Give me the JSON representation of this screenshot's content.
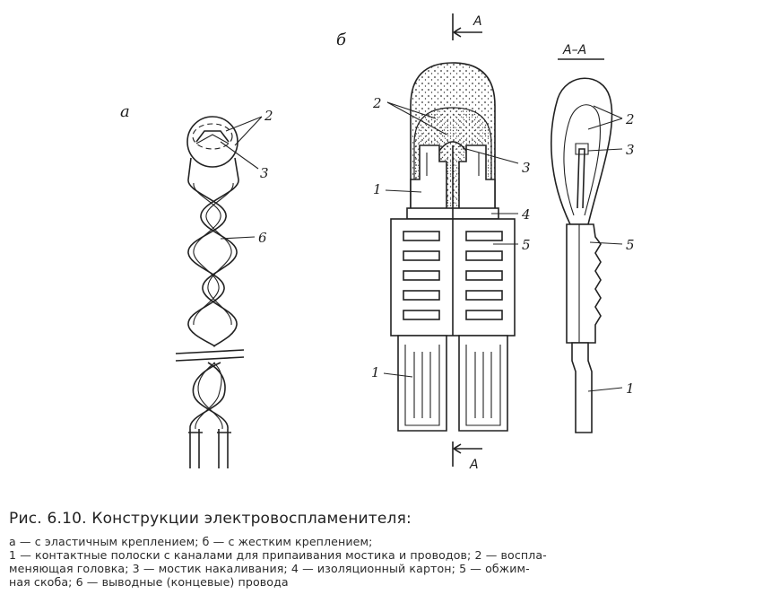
{
  "figure": {
    "panel_a_label": "а",
    "panel_b_label": "б",
    "section_label": "А–А",
    "section_mark_top": "А",
    "section_mark_bottom": "А",
    "callouts": {
      "a_2": "2",
      "a_3": "3",
      "a_6": "6",
      "b_2": "2",
      "b_3": "3",
      "b_1_top": "1",
      "b_4": "4",
      "b_5": "5",
      "b_1_bottom": "1",
      "s_2": "2",
      "s_3": "3",
      "s_5": "5",
      "s_1": "1"
    }
  },
  "caption": {
    "title": "Рис. 6.10. Конструкции электровоспламенителя:",
    "lines": [
      "а — с эластичным креплением; б — с жестким креплением;",
      "1 — контактные полоски с каналами для припаивания мостика и проводов; 2 — воспла-",
      "меняющая головка; 3 — мостик накаливания; 4 — изоляционный картон; 5 — обжим-",
      "ная скоба; 6 — выводные (концевые) провода"
    ]
  }
}
